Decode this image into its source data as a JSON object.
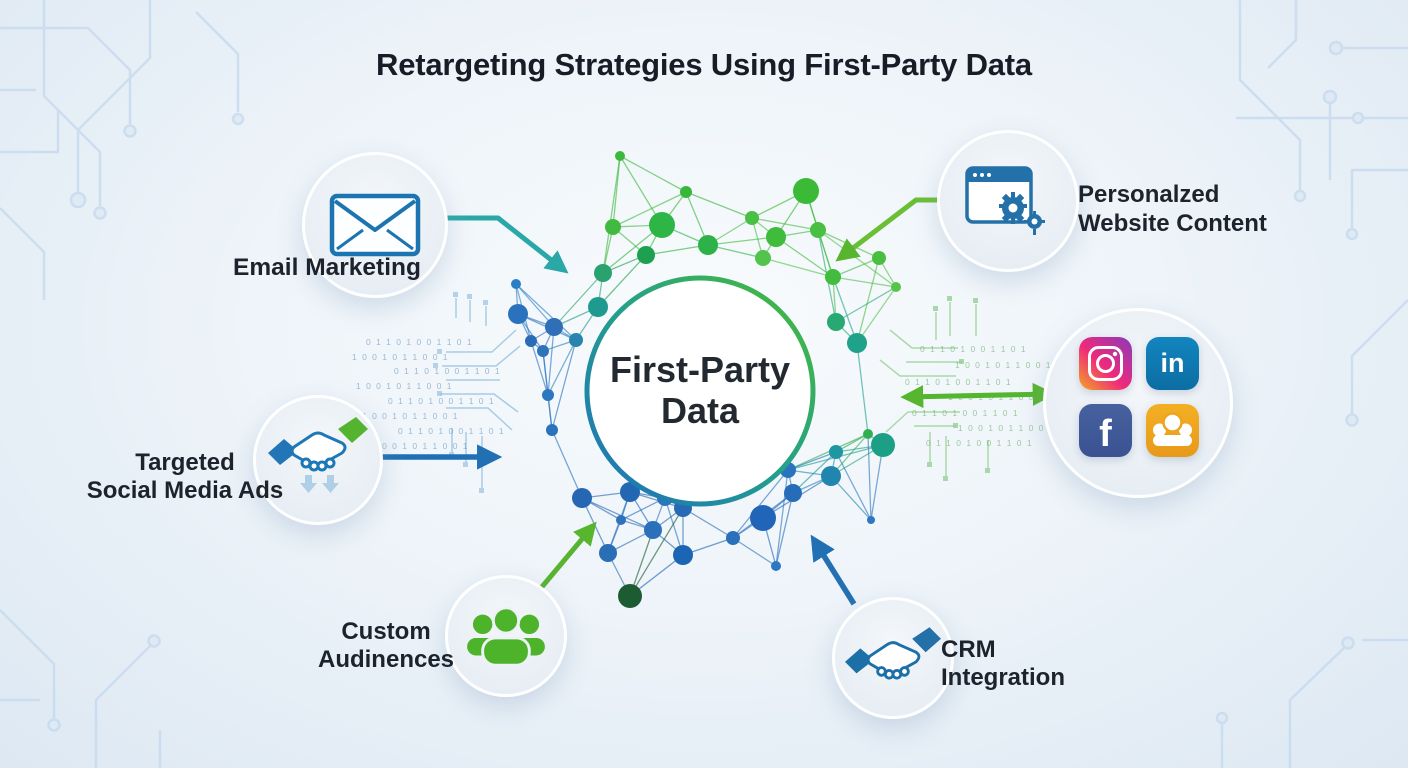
{
  "title": "Retargeting Strategies Using First-Party Data",
  "hub": {
    "line1": "First-Party",
    "line2": "Data"
  },
  "items": {
    "email_marketing": {
      "label": "Email Marketing"
    },
    "personalized_website": {
      "line1": "Personalzed",
      "line2": "Website Content"
    },
    "targeted_social_ads": {
      "line1": "Targeted",
      "line2": "Social Media Ads"
    },
    "custom_audiences": {
      "line1": "Custom",
      "line2": "Audinences"
    },
    "crm_integration": {
      "line1": "CRM",
      "line2": "Integration"
    }
  },
  "social_icons": {
    "instagram": {
      "name": "Instagram"
    },
    "linkedin": {
      "name": "LinkedIn",
      "glyph": "in"
    },
    "facebook": {
      "name": "Facebook",
      "glyph": "f"
    },
    "audience": {
      "name": "Audience group"
    }
  },
  "colors": {
    "title_text": "#161d27",
    "label_text": "#1c232c",
    "hub_ring_blue": "#1e6fbe",
    "hub_ring_teal": "#23a08c",
    "hub_ring_green": "#49bc35",
    "arrow_teal": "#2aa8a8",
    "arrow_green": "#57b52e",
    "arrow_blue": "#2270b4",
    "icon_blue": "#2470a8",
    "icon_green": "#4cb32b",
    "linkedin_bg": "#0e79b2",
    "facebook_bg": "#41589b",
    "audience_bg": "#efa31f",
    "instagram_gradient": [
      "#f5a623",
      "#ee2a7b",
      "#8a3ab9"
    ]
  },
  "texture": {
    "binary_a": "0 1 1 0 1 0 0 1 1 0 1",
    "binary_b": "1 0 0 1 0 1 1 0 0 1"
  },
  "network": {
    "nodes": [
      [
        620,
        156,
        5,
        "#3cb93c"
      ],
      [
        686,
        192,
        6,
        "#38b73b"
      ],
      [
        806,
        191,
        13,
        "#3aba36"
      ],
      [
        752,
        218,
        7,
        "#49bf43"
      ],
      [
        613,
        227,
        8,
        "#40bb40"
      ],
      [
        662,
        225,
        13,
        "#2db545"
      ],
      [
        776,
        237,
        10,
        "#3fbc3c"
      ],
      [
        818,
        230,
        8,
        "#49bf43"
      ],
      [
        708,
        245,
        10,
        "#2cb248"
      ],
      [
        646,
        255,
        9,
        "#1da151"
      ],
      [
        763,
        258,
        8,
        "#52c34b"
      ],
      [
        833,
        277,
        8,
        "#42bc3e"
      ],
      [
        896,
        287,
        5,
        "#56c44b"
      ],
      [
        879,
        258,
        7,
        "#48bf41"
      ],
      [
        836,
        322,
        9,
        "#28a974"
      ],
      [
        857,
        343,
        10,
        "#20a18a"
      ],
      [
        868,
        434,
        5,
        "#2faf52"
      ],
      [
        883,
        445,
        12,
        "#1d9f85"
      ],
      [
        836,
        452,
        7,
        "#1e97a2"
      ],
      [
        831,
        476,
        10,
        "#2086ae"
      ],
      [
        603,
        273,
        9,
        "#2aa26e"
      ],
      [
        598,
        307,
        10,
        "#1f9a8e"
      ],
      [
        576,
        340,
        7,
        "#2a85ae"
      ],
      [
        548,
        395,
        6,
        "#2b78c0"
      ],
      [
        552,
        430,
        6,
        "#2a72bb"
      ],
      [
        516,
        284,
        5,
        "#2b7fc4"
      ],
      [
        518,
        314,
        10,
        "#2a72bd"
      ],
      [
        554,
        327,
        9,
        "#2f6fb8"
      ],
      [
        531,
        341,
        6,
        "#2a6cb5"
      ],
      [
        543,
        351,
        6,
        "#2d74bb"
      ],
      [
        582,
        498,
        10,
        "#2667b3"
      ],
      [
        630,
        492,
        10,
        "#2366b1"
      ],
      [
        665,
        498,
        8,
        "#2d73be"
      ],
      [
        683,
        508,
        9,
        "#276ab4"
      ],
      [
        653,
        530,
        9,
        "#2a70ba"
      ],
      [
        608,
        553,
        9,
        "#2a6eb6"
      ],
      [
        621,
        520,
        5,
        "#2f72bb"
      ],
      [
        683,
        555,
        10,
        "#1c64b4"
      ],
      [
        733,
        538,
        7,
        "#2a71bb"
      ],
      [
        763,
        518,
        13,
        "#2065b8"
      ],
      [
        788,
        470,
        8,
        "#2a73c0"
      ],
      [
        793,
        493,
        9,
        "#276cb8"
      ],
      [
        776,
        566,
        5,
        "#2e77c2"
      ],
      [
        871,
        520,
        4,
        "#2d77c0"
      ],
      [
        630,
        596,
        12,
        "#1d5c33"
      ]
    ]
  }
}
